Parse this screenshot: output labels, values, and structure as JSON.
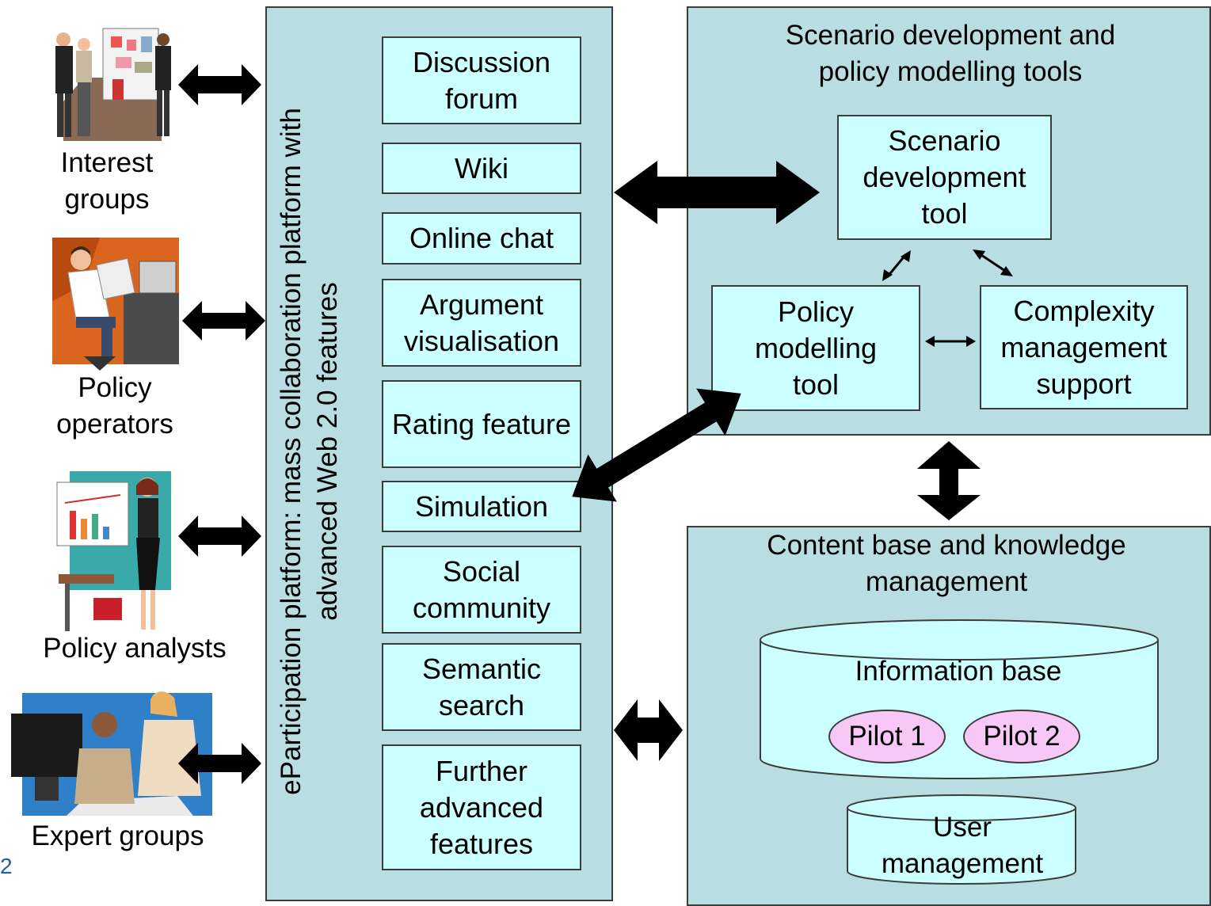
{
  "actors": [
    {
      "label": "Interest groups"
    },
    {
      "label": "Policy operators"
    },
    {
      "label": "Policy analysts"
    },
    {
      "label": "Expert groups"
    }
  ],
  "platform": {
    "title": "eParticipation platform: mass collaboration platform with advanced Web 2.0 features",
    "features": [
      "Discussion forum",
      "Wiki",
      "Online chat",
      "Argument visualisation",
      "Rating feature",
      "Simulation",
      "Social community",
      "Semantic search",
      "Further advanced features"
    ]
  },
  "tools": {
    "title": "Scenario development and policy modelling tools",
    "scenario": "Scenario development tool",
    "policy": "Policy modelling tool",
    "complexity": "Complexity management support"
  },
  "content": {
    "title": "Content base and knowledge management",
    "information_base": "Information base",
    "pilots": [
      "Pilot 1",
      "Pilot 2"
    ],
    "user_management": "User management"
  },
  "page_number": "2",
  "colors": {
    "panel": "#b8dde2",
    "box": "#ccffff",
    "pilot": "#f7c8f5",
    "arrow": "#000000"
  }
}
